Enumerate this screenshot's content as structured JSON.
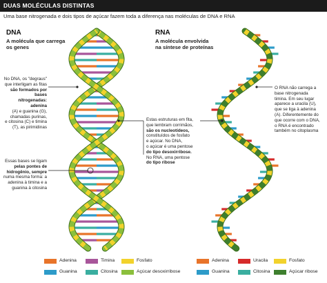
{
  "title": "DUAS MOLÉCULAS DISTINTAS",
  "subtitle": "Uma base nitrogenada e dois tipos de açúcar fazem toda a diferença nas moléculas de DNA e RNA",
  "dna": {
    "label": "DNA",
    "caption_line1": "A molécula que carrega",
    "caption_line2": "os genes"
  },
  "rna": {
    "label": "RNA",
    "caption_line1": "A molécula envolvida",
    "caption_line2": "na síntese de proteínas"
  },
  "notes": {
    "degraus": [
      "No DNA, os \"degraus\"",
      "que interligam as fitas",
      "são formados por bases",
      "nitrogenadas: adenina",
      "(A) e guanina (G),",
      "chamadas purinas,",
      "e citosina (C) e timina",
      "(T), as pirimidinas"
    ],
    "pontes": [
      "Essas bases se ligam",
      "pelas pontes de",
      "hidrogênio, sempre",
      "numa mesma forma: a",
      "adenina à timina e a",
      "guanina à citosina"
    ],
    "estruturas": [
      "Estas estruturas em fita,",
      "que lembram corrimãos,",
      "são os nucleotídeos,",
      "constituídos de fosfato",
      "e açúcar. No DNA,",
      "o açúcar é uma pentose",
      "do tipo desoxirribose.",
      "No RNA, uma pentose",
      "do tipo ribose"
    ],
    "rna_note": [
      "O RNA não carrega a",
      "base nitrogenada",
      "timina. Em seu lugar",
      "aparece a uracila (U),",
      "que se liga à adenina",
      "(A). Diferentemente do",
      "que ocorre com o DNA,",
      "o RNA é encontrado",
      "também no citoplasma"
    ]
  },
  "legend_dna": [
    {
      "label": "Adenina",
      "color": "#e8742a"
    },
    {
      "label": "Timina",
      "color": "#a8569a"
    },
    {
      "label": "Fosfato",
      "color": "#f2d22c"
    },
    {
      "label": "Guanina",
      "color": "#2d9bc9"
    },
    {
      "label": "Citosina",
      "color": "#3aaea0"
    },
    {
      "label": "Açúcar desoxirribose",
      "color": "#8bbf3c"
    }
  ],
  "legend_rna": [
    {
      "label": "Adenina",
      "color": "#e8742a"
    },
    {
      "label": "Uracila",
      "color": "#d62b2b"
    },
    {
      "label": "Fosfato",
      "color": "#f2d22c"
    },
    {
      "label": "Guanina",
      "color": "#2d9bc9"
    },
    {
      "label": "Citosina",
      "color": "#3aaea0"
    },
    {
      "label": "Açúcar ribose",
      "color": "#3e7f2e"
    }
  ]
}
